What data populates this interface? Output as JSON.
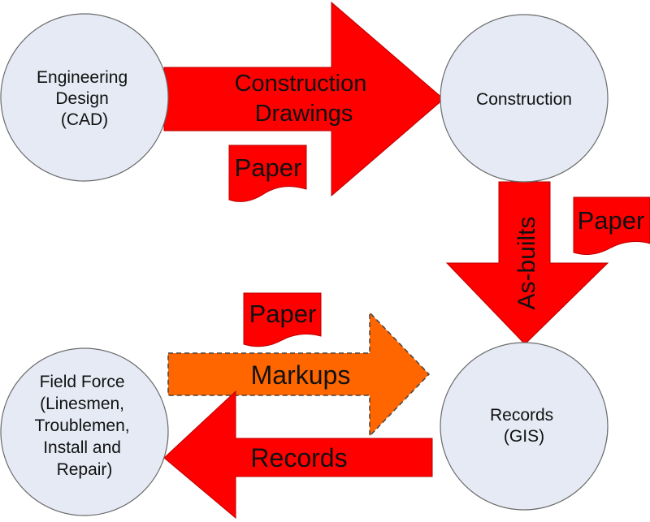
{
  "colors": {
    "circle_fill": "#e5eaf4",
    "circle_stroke": "#6a6a6a",
    "arrow_red": "#ff0000",
    "arrow_orange": "#ff6600",
    "markups_text": "#9a8a7a"
  },
  "nodes": {
    "engineering": {
      "lines": [
        "Engineering",
        "Design",
        "(CAD)"
      ]
    },
    "construction": {
      "lines": [
        "Construction"
      ]
    },
    "records": {
      "lines": [
        "Records",
        "(GIS)"
      ]
    },
    "field": {
      "lines": [
        "Field Force",
        "(Linesmen,",
        "Troublemen,",
        "Install and",
        "Repair)"
      ]
    }
  },
  "arrows": {
    "construction_drawings": {
      "lines": [
        "Construction",
        "Drawings"
      ]
    },
    "as_builts": {
      "label": "As-builts"
    },
    "markups": {
      "label": "Markups",
      "style": "dashed"
    },
    "records": {
      "label": "Records"
    }
  },
  "documents": {
    "paper_top": {
      "label": "Paper"
    },
    "paper_right": {
      "label": "Paper"
    },
    "paper_mid": {
      "label": "Paper"
    }
  }
}
